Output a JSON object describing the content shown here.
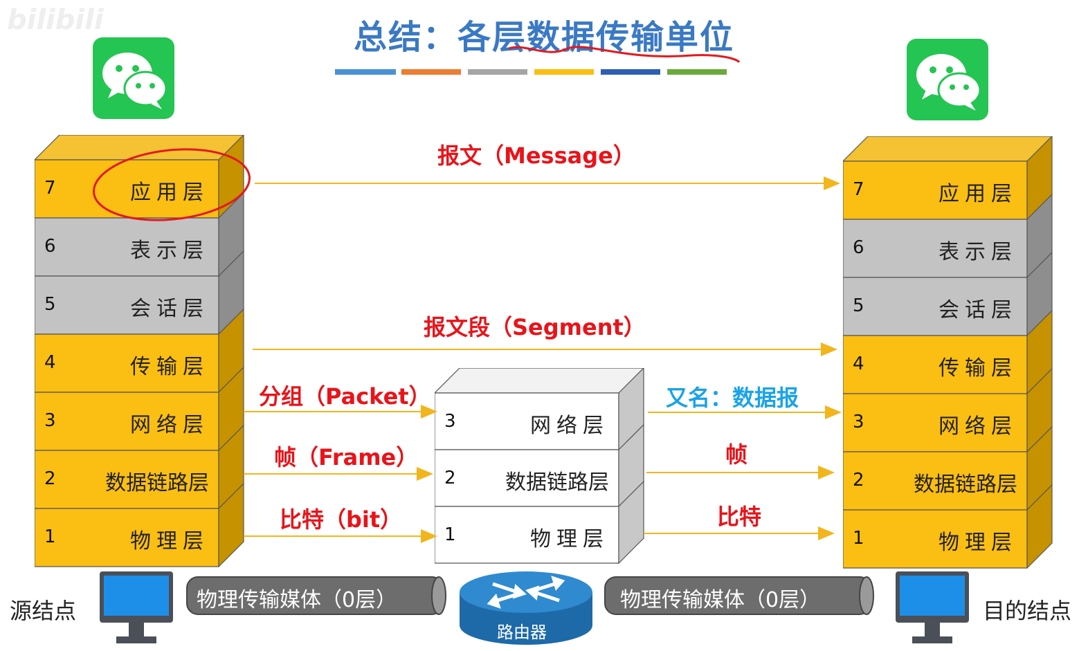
{
  "title": "总结：各层数据传输单位",
  "watermark": "bilibili",
  "icons": {
    "left_app": "wechat-icon",
    "right_app": "wechat-icon",
    "left_computer": "computer-icon",
    "right_computer": "computer-icon",
    "router": "router-icon"
  },
  "colors": {
    "title": "#3a79c4",
    "orange_layer": "#fbbe12",
    "gray_layer": "#c0c0c0",
    "pdu_red": "#e8141a",
    "pdu_blue": "#1aa3e8",
    "arrow": "#f2b51c",
    "highlight_circle": "#e11a1f"
  },
  "left_stack": [
    {
      "num": "7",
      "name": "应用层"
    },
    {
      "num": "6",
      "name": "表示层"
    },
    {
      "num": "5",
      "name": "会话层"
    },
    {
      "num": "4",
      "name": "传输层"
    },
    {
      "num": "3",
      "name": "网络层"
    },
    {
      "num": "2",
      "name": "数据链路层"
    },
    {
      "num": "1",
      "name": "物理层"
    }
  ],
  "right_stack": [
    {
      "num": "7",
      "name": "应用层"
    },
    {
      "num": "6",
      "name": "表示层"
    },
    {
      "num": "5",
      "name": "会话层"
    },
    {
      "num": "4",
      "name": "传输层"
    },
    {
      "num": "3",
      "name": "网络层"
    },
    {
      "num": "2",
      "name": "数据链路层"
    },
    {
      "num": "1",
      "name": "物理层"
    }
  ],
  "router_stack": [
    {
      "num": "3",
      "name": "网络层"
    },
    {
      "num": "2",
      "name": "数据链路层"
    },
    {
      "num": "1",
      "name": "物理层"
    }
  ],
  "pdus": {
    "message": "报文（Message）",
    "segment": "报文段（Segment）",
    "packet": "分组（Packet）",
    "frame": "帧（Frame）",
    "bit": "比特（bit）",
    "datagram": "又名：数据报",
    "frame_right": "帧",
    "bit_right": "比特"
  },
  "source_node": "源结点",
  "dest_node": "目的结点",
  "media_left": "物理传输媒体（0层）",
  "media_right": "物理传输媒体（0层）",
  "router_label": "路由器"
}
